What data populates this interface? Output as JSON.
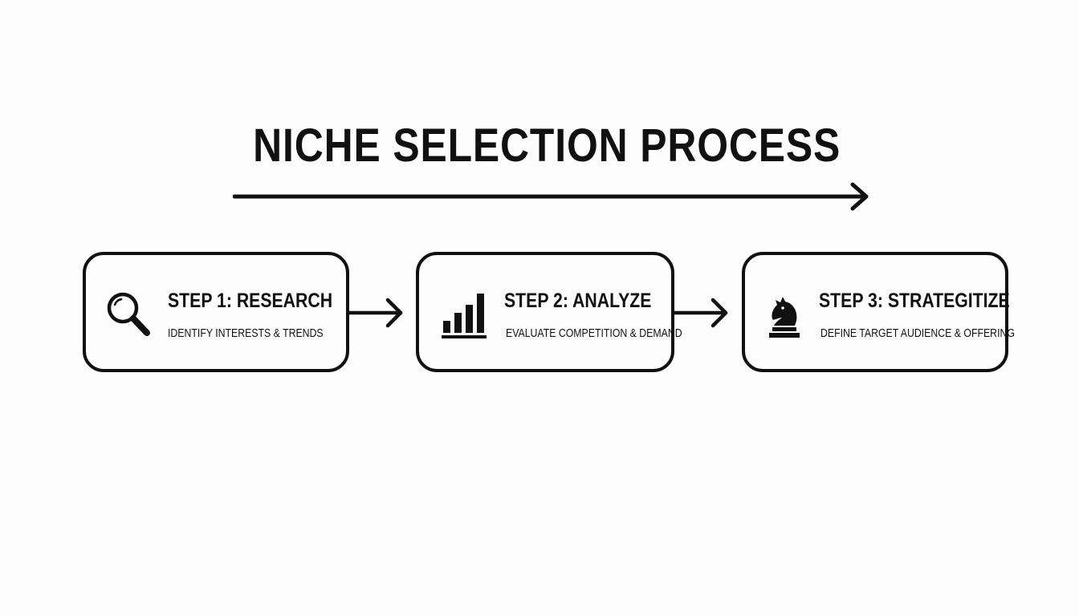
{
  "title": "NICHE SELECTION PROCESS",
  "icons": {
    "flow": "long-right-arrow-icon",
    "connector": "right-arrow-icon"
  },
  "steps": [
    {
      "title": "STEP 1: RESEARCH",
      "description": "IDENTIFY INTERESTS & TRENDS",
      "icon": "magnifying-glass-icon"
    },
    {
      "title": "STEP 2: ANALYZE",
      "description": "EVALUATE COMPETITION & DEMAND",
      "icon": "bar-chart-icon"
    },
    {
      "title": "STEP 3: STRATEGITIZE",
      "description": "DEFINE TARGET AUDIENCE & OFFERING",
      "icon": "chess-knight-icon"
    }
  ]
}
